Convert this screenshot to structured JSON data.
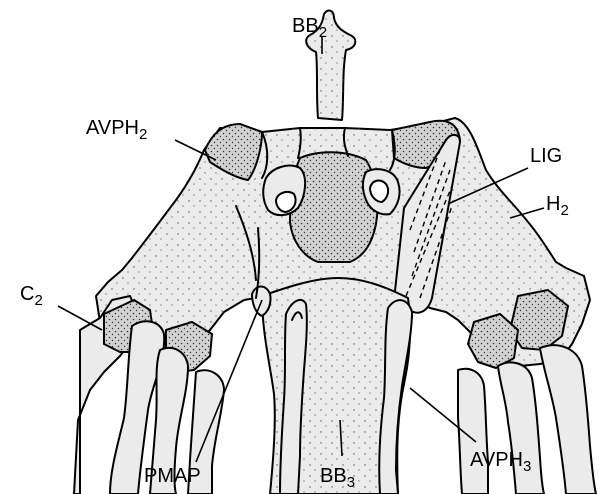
{
  "labels": [
    {
      "id": "bb2",
      "base": "BB",
      "sub": "2"
    },
    {
      "id": "avph2",
      "base": "AVPH",
      "sub": "2"
    },
    {
      "id": "lig",
      "base": "LIG",
      "sub": ""
    },
    {
      "id": "h2",
      "base": "H",
      "sub": "2"
    },
    {
      "id": "c2",
      "base": "C",
      "sub": "2"
    },
    {
      "id": "pmap",
      "base": "PMAP",
      "sub": ""
    },
    {
      "id": "bb3",
      "base": "BB",
      "sub": "3"
    },
    {
      "id": "avph3",
      "base": "AVPH",
      "sub": "3"
    }
  ]
}
